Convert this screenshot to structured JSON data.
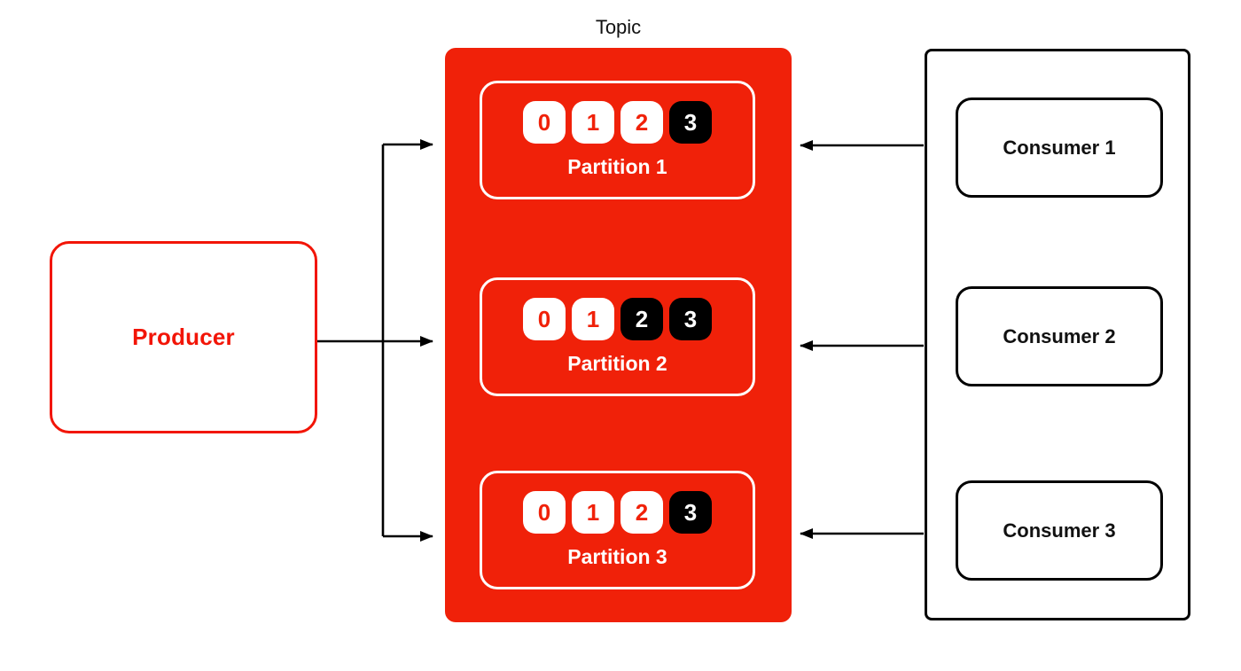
{
  "diagram_title": "Topic",
  "producer": {
    "label": "Producer"
  },
  "topic": {
    "title": "Topic",
    "partitions": [
      {
        "label": "Partition 1",
        "cells": [
          {
            "value": "0",
            "filled": false
          },
          {
            "value": "1",
            "filled": false
          },
          {
            "value": "2",
            "filled": false
          },
          {
            "value": "3",
            "filled": true
          }
        ]
      },
      {
        "label": "Partition 2",
        "cells": [
          {
            "value": "0",
            "filled": false
          },
          {
            "value": "1",
            "filled": false
          },
          {
            "value": "2",
            "filled": true
          },
          {
            "value": "3",
            "filled": true
          }
        ]
      },
      {
        "label": "Partition 3",
        "cells": [
          {
            "value": "0",
            "filled": false
          },
          {
            "value": "1",
            "filled": false
          },
          {
            "value": "2",
            "filled": false
          },
          {
            "value": "3",
            "filled": true
          }
        ]
      }
    ]
  },
  "consumer_group": {
    "consumers": [
      {
        "label": "Consumer 1"
      },
      {
        "label": "Consumer 2"
      },
      {
        "label": "Consumer 3"
      }
    ]
  },
  "colors": {
    "topic_fill_red": "#f02109",
    "producer_red": "#f21507",
    "message_consumed_fill": "#000000",
    "message_unconsumed_fill": "#ffffff",
    "arrow_black": "#000000"
  }
}
